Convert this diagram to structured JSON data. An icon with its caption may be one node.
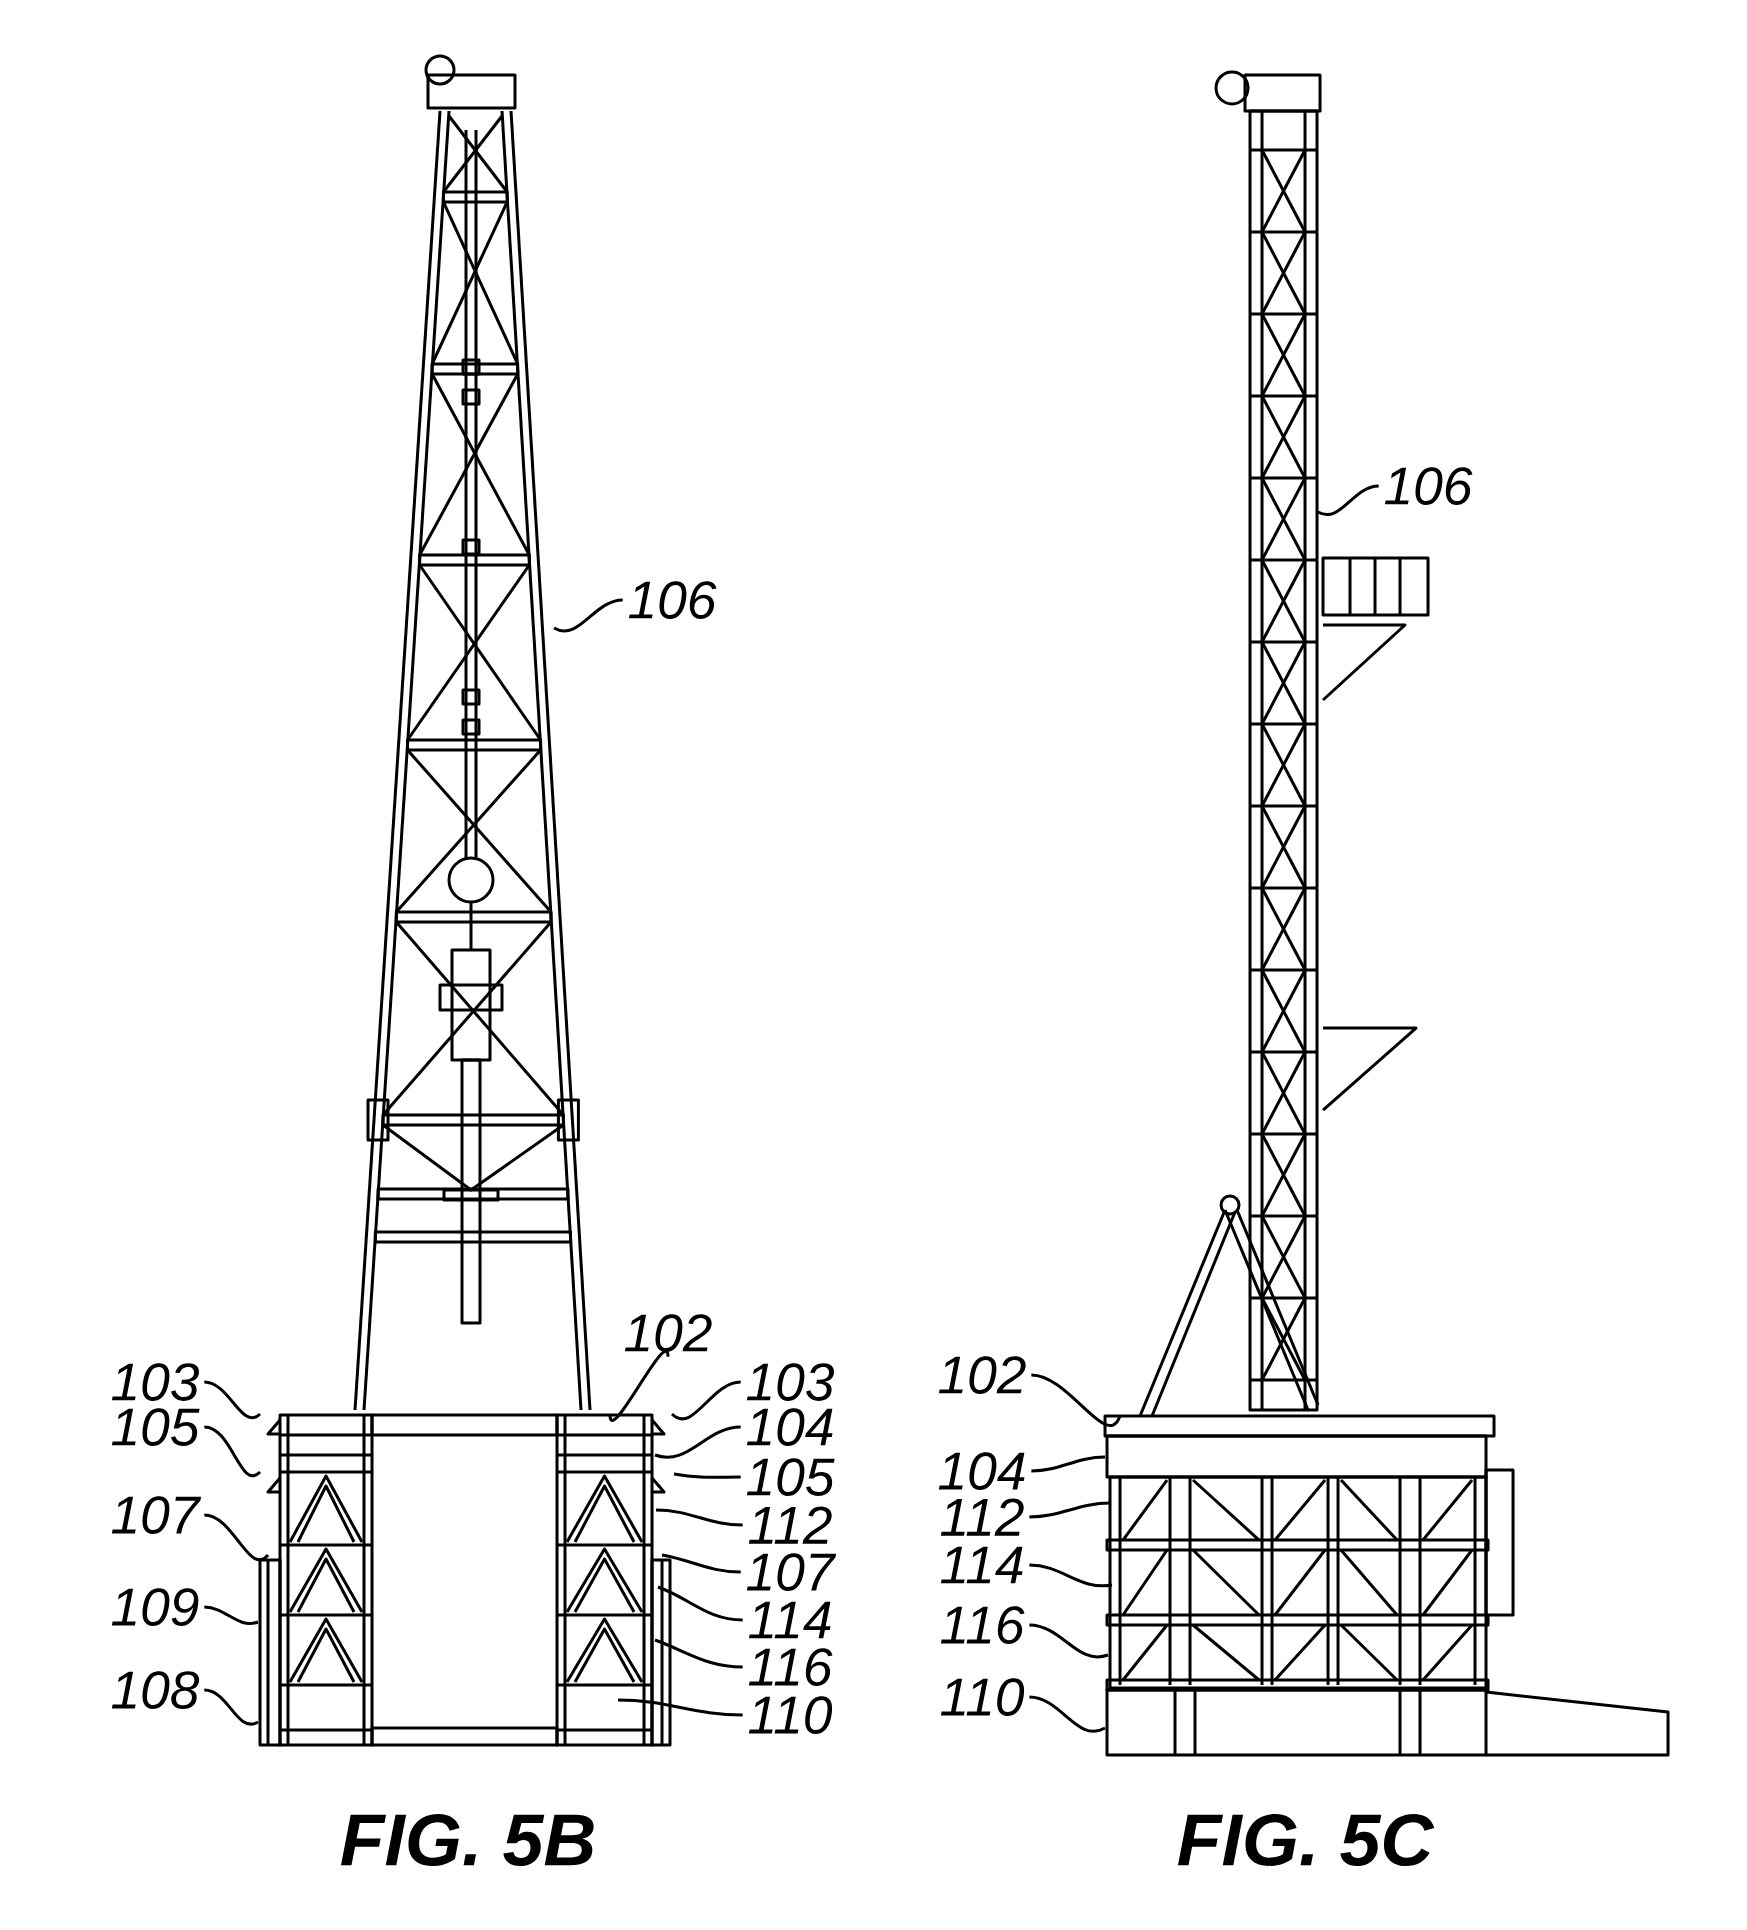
{
  "diagram": {
    "nodes": [
      {
        "text": [
          "106"
        ]
      },
      {
        "text": [
          "102"
        ]
      },
      {
        "text": [
          "103"
        ]
      },
      {
        "text": [
          "105"
        ]
      },
      {
        "text": [
          "107"
        ]
      },
      {
        "text": [
          "109"
        ]
      },
      {
        "text": [
          "108"
        ]
      },
      {
        "text": [
          "103"
        ]
      },
      {
        "text": [
          "104"
        ]
      },
      {
        "text": [
          "105"
        ]
      },
      {
        "text": [
          "112"
        ]
      },
      {
        "text": [
          "107"
        ]
      },
      {
        "text": [
          "114"
        ]
      },
      {
        "text": [
          "116"
        ]
      },
      {
        "text": [
          "110"
        ]
      },
      {
        "text": [
          "106"
        ]
      },
      {
        "text": [
          "102"
        ]
      },
      {
        "text": [
          "104"
        ]
      },
      {
        "text": [
          "112"
        ]
      },
      {
        "text": [
          "114"
        ]
      },
      {
        "text": [
          "116"
        ]
      },
      {
        "text": [
          "110"
        ]
      }
    ],
    "edges": [
      {
        "from": 0,
        "to": null,
        "arrow": "none"
      },
      {
        "from": 1,
        "to": null,
        "arrow": "none"
      },
      {
        "from": 2,
        "to": null,
        "arrow": "none"
      },
      {
        "from": 3,
        "to": null,
        "arrow": "none"
      },
      {
        "from": 4,
        "to": null,
        "arrow": "none"
      },
      {
        "from": 5,
        "to": null,
        "arrow": "none"
      },
      {
        "from": 6,
        "to": null,
        "arrow": "none"
      },
      {
        "from": 7,
        "to": null,
        "arrow": "none"
      },
      {
        "from": 8,
        "to": null,
        "arrow": "none"
      },
      {
        "from": 9,
        "to": null,
        "arrow": "none"
      },
      {
        "from": 10,
        "to": null,
        "arrow": "none"
      },
      {
        "from": 11,
        "to": null,
        "arrow": "none"
      },
      {
        "from": 12,
        "to": null,
        "arrow": "none"
      },
      {
        "from": 13,
        "to": null,
        "arrow": "none"
      },
      {
        "from": 14,
        "to": null,
        "arrow": "none"
      },
      {
        "from": 15,
        "to": null,
        "arrow": "none"
      },
      {
        "from": 16,
        "to": null,
        "arrow": "none"
      },
      {
        "from": 17,
        "to": null,
        "arrow": "none"
      },
      {
        "from": 18,
        "to": null,
        "arrow": "none"
      },
      {
        "from": 19,
        "to": null,
        "arrow": "none"
      },
      {
        "from": 20,
        "to": null,
        "arrow": "none"
      },
      {
        "from": 21,
        "to": null,
        "arrow": "none"
      }
    ],
    "labels": [
      "FIG. 5B",
      "FIG. 5C"
    ]
  }
}
